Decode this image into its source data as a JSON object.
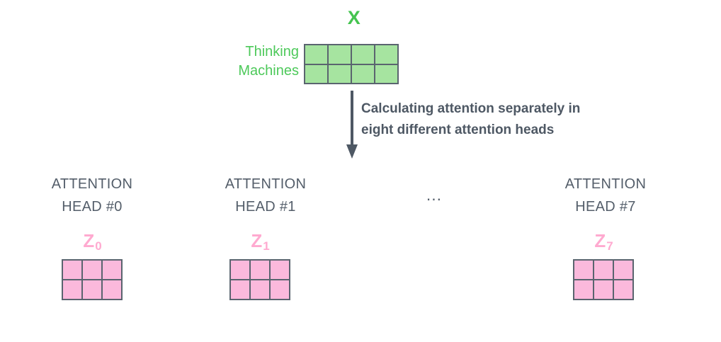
{
  "diagram": {
    "title": "Multi-head attention split diagram",
    "background_color": "#ffffff"
  },
  "input": {
    "label": "X",
    "label_color": "#45c450",
    "words": [
      "Thinking",
      "Machines"
    ],
    "words_color": "#4dc95a",
    "matrix": {
      "name": "X",
      "rows": 2,
      "cols": 4,
      "fill_color": "#a6e4a0",
      "border_color": "#5a646f"
    }
  },
  "transition": {
    "arrow": "down-arrow",
    "arrow_color": "#4e5864",
    "annotation_lines": [
      "Calculating attention separately in",
      "eight different attention heads"
    ],
    "annotation_color": "#4e5864"
  },
  "heads": [
    {
      "title_lines": [
        "ATTENTION",
        "HEAD #0"
      ],
      "output_label": "Z",
      "output_subscript": "0",
      "matrix": {
        "rows": 2,
        "cols": 3,
        "fill_color": "#fbb9dc",
        "border_color": "#5a646f"
      }
    },
    {
      "title_lines": [
        "ATTENTION",
        "HEAD #1"
      ],
      "output_label": "Z",
      "output_subscript": "1",
      "matrix": {
        "rows": 2,
        "cols": 3,
        "fill_color": "#fbb9dc",
        "border_color": "#5a646f"
      }
    },
    {
      "title_lines": [
        "ATTENTION",
        "HEAD #7"
      ],
      "output_label": "Z",
      "output_subscript": "7",
      "matrix": {
        "rows": 2,
        "cols": 3,
        "fill_color": "#fbb9dc",
        "border_color": "#5a646f"
      }
    }
  ],
  "ellipsis": {
    "text": "...",
    "color": "#545e6a"
  },
  "labels": {
    "head_title_color": "#545e6a",
    "z_label_color": "#ffaad0"
  }
}
